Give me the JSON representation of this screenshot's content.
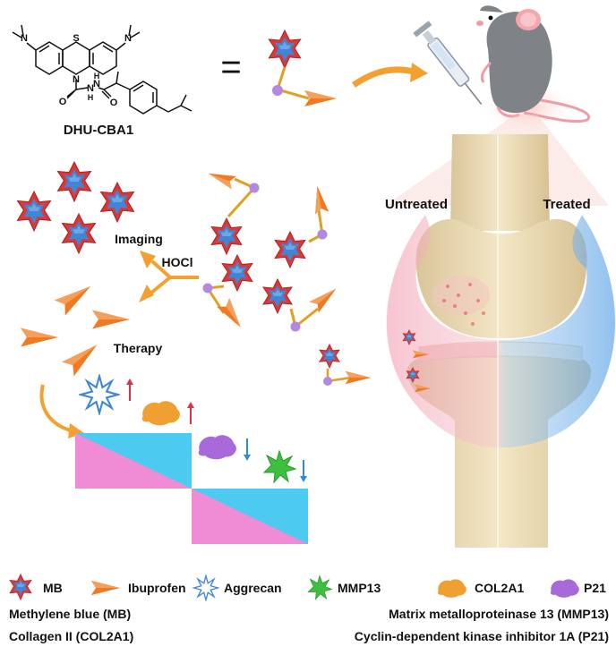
{
  "compound": {
    "name": "DHU-CBA1",
    "atoms": {
      "s": "S",
      "n_left": "N",
      "n_right": "N",
      "n_core": "N",
      "o1": "O",
      "o2": "O",
      "nh1": "N",
      "nh2": "N",
      "h1": "H",
      "h2": "H"
    },
    "equals": "="
  },
  "labels": {
    "imaging": "Imaging",
    "hocl": "HOCl",
    "therapy": "Therapy",
    "untreated": "Untreated",
    "treated": "Treated"
  },
  "legend": {
    "mb": "MB",
    "ibuprofen": "Ibuprofen",
    "aggrecan": "Aggrecan",
    "mmp13": "MMP13",
    "col2a1": "COL2A1",
    "p21": "P21"
  },
  "descriptions": {
    "mb_full": "Methylene blue (MB)",
    "col2a1_full": "Collagen II (COL2A1)",
    "mmp13_full": "Matrix metalloproteinase 13 (MMP13)",
    "p21_full": "Cyclin-dependent kinase inhibitor 1A (P21)"
  },
  "colors": {
    "mb_outer": "#d83a3a",
    "mb_inner": "#3f86d6",
    "ibuprofen": "#ef7a22",
    "linker": "#b487e0",
    "aggrecan": "#3f86d6",
    "mmp13": "#3fbf3f",
    "col2a1": "#f0a030",
    "p21": "#a86ad8",
    "up_arrow": "#e0304a",
    "down_arrow": "#2e8bd8",
    "cyan": "#4ccaf0",
    "pink": "#f08cd6"
  }
}
